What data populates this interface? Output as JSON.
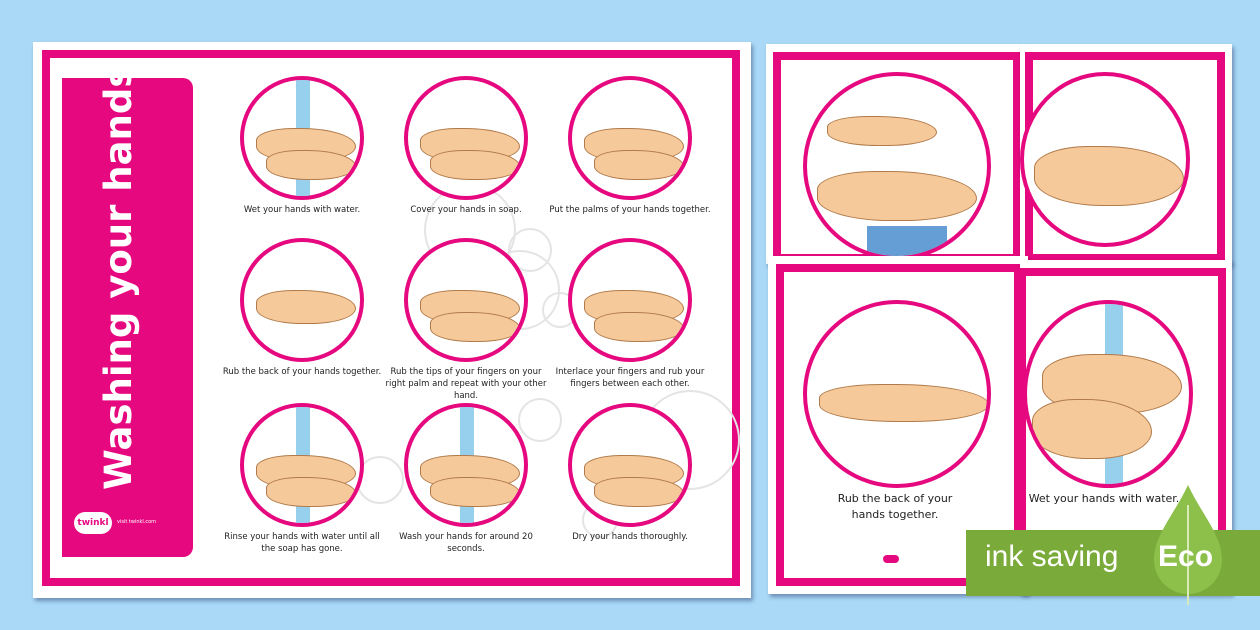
{
  "poster": {
    "title": "Washing your hands",
    "logo": "twinkl",
    "url": "visit twinkl.com",
    "steps": [
      {
        "caption": "Wet your hands with water."
      },
      {
        "caption": "Cover your hands in soap."
      },
      {
        "caption": "Put the palms of your hands together."
      },
      {
        "caption": "Rub the back of your hands together."
      },
      {
        "caption": "Rub the tips of your fingers on your right palm and repeat with your other hand."
      },
      {
        "caption": "Interlace your fingers and rub your fingers between each other."
      },
      {
        "caption": "Rinse your hands with water until all the soap has gone."
      },
      {
        "caption": "Wash your hands for around 20 seconds."
      },
      {
        "caption": "Dry your hands thoroughly."
      }
    ]
  },
  "cards": {
    "front_left_caption": "Rub the back of your hands together.",
    "front_right_caption": "Wet your hands with water."
  },
  "badge": {
    "text": "ink saving",
    "label": "Eco",
    "color": "#7aab3a"
  },
  "colors": {
    "accent": "#e6087f",
    "background": "#a9d9f7"
  }
}
